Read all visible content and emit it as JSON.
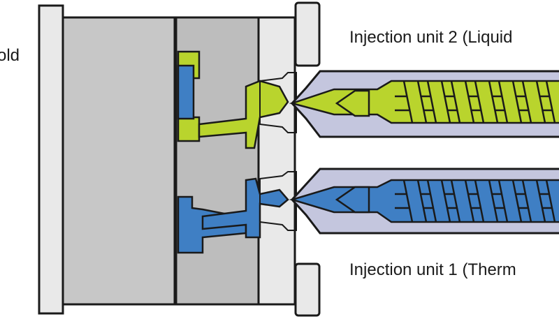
{
  "labels": {
    "mold": "old",
    "unit_2": "Injection unit 2 (Liquid",
    "unit_1": "Injection unit 1 (Therm"
  },
  "colors": {
    "platen": "#c7c7c7",
    "plate_light": "#e9e9e9",
    "mold_half": "#bdbdbd",
    "barrel": "#c4c6de",
    "liquid_material": "#b9d42d",
    "thermoplastic_material": "#3f7fc4",
    "outline": "#1a1a1a"
  },
  "icons": {
    "unit_2_screw": "screw-icon",
    "unit_1_screw": "screw-icon"
  }
}
